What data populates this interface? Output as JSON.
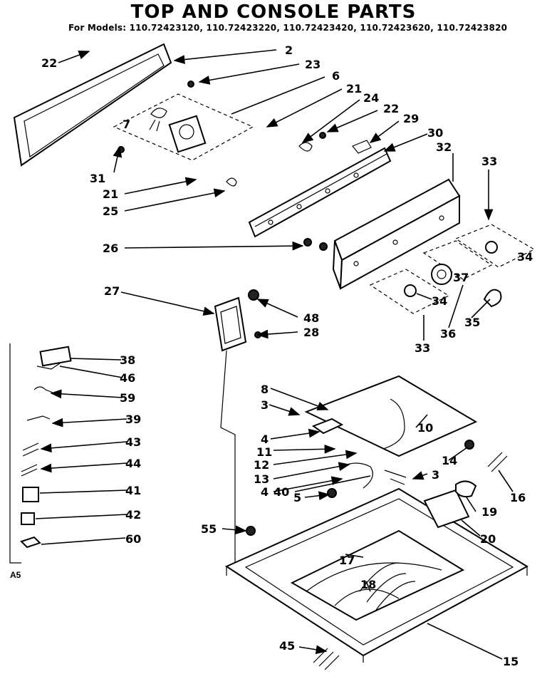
{
  "title": "TOP AND CONSOLE PARTS",
  "models": "For Models: 110.72423120, 110.72423220, 110.72423420, 110.72423620, 110.72423820",
  "code": "A5",
  "callouts": [
    "22",
    "2",
    "23",
    "6",
    "21",
    "24",
    "22",
    "29",
    "30",
    "32",
    "33",
    "7",
    "31",
    "21",
    "25",
    "26",
    "34",
    "37",
    "27",
    "48",
    "28",
    "34",
    "33",
    "36",
    "35",
    "38",
    "46",
    "59",
    "39",
    "43",
    "44",
    "41",
    "42",
    "60",
    "8",
    "3",
    "10",
    "4",
    "11",
    "14",
    "12",
    "13",
    "3",
    "16",
    "4",
    "40",
    "5",
    "19",
    "20",
    "55",
    "17",
    "18",
    "45",
    "15"
  ]
}
